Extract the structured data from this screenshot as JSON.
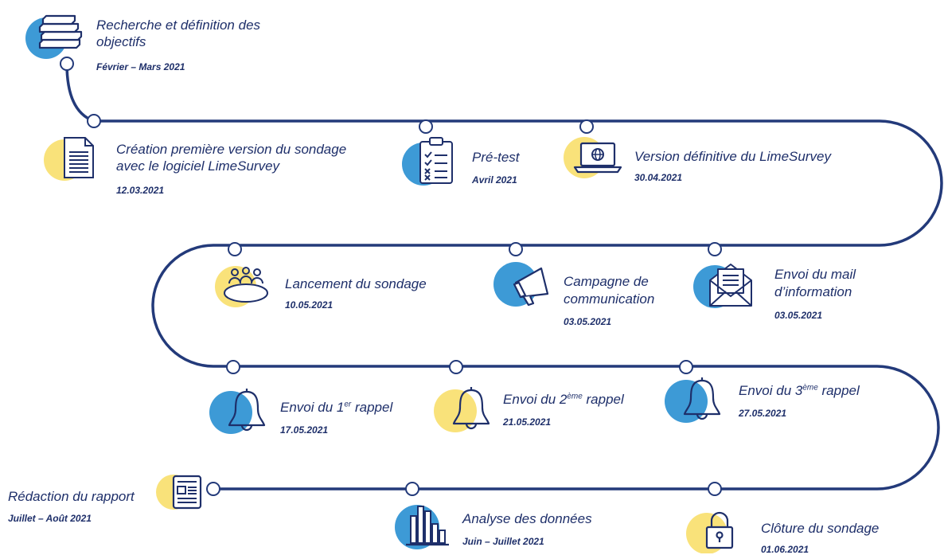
{
  "colors": {
    "line": "#233a7a",
    "node_fill": "#ffffff",
    "blue": "#3d9ad6",
    "yellow": "#f9e27a",
    "text": "#1e2f6a"
  },
  "milestones": [
    {
      "title_l1": "Recherche et définition des",
      "title_l2": "objectifs",
      "date": "Février – Mars 2021",
      "icon": "books-icon",
      "accent": "blue"
    },
    {
      "title_l1": "Création première version du sondage",
      "title_l2": "avec le logiciel LimeSurvey",
      "date": "12.03.2021",
      "icon": "document-icon",
      "accent": "yellow"
    },
    {
      "title_l1": "Pré-test",
      "date": "Avril 2021",
      "icon": "clipboard-checklist-icon",
      "accent": "blue"
    },
    {
      "title_l1": "Version définitive du LimeSurvey",
      "date": "30.04.2021",
      "icon": "laptop-globe-icon",
      "accent": "yellow"
    },
    {
      "title_l1": "Lancement du sondage",
      "date": "10.05.2021",
      "icon": "meeting-table-icon",
      "accent": "yellow"
    },
    {
      "title_l1": "Campagne de",
      "title_l2": "communication",
      "date": "03.05.2021",
      "icon": "megaphone-icon",
      "accent": "blue"
    },
    {
      "title_l1": "Envoi du mail",
      "title_l2": "d’information",
      "date": "03.05.2021",
      "icon": "envelope-icon",
      "accent": "blue"
    },
    {
      "title_pre": "Envoi du 1",
      "title_sup": "er",
      "title_post": " rappel",
      "date": "17.05.2021",
      "icon": "bell-icon",
      "accent": "blue"
    },
    {
      "title_pre": "Envoi du 2",
      "title_sup": "ème",
      "title_post": " rappel",
      "date": "21.05.2021",
      "icon": "bell-icon",
      "accent": "yellow"
    },
    {
      "title_pre": "Envoi du 3",
      "title_sup": "ème",
      "title_post": " rappel",
      "date": "27.05.2021",
      "icon": "bell-icon",
      "accent": "blue"
    },
    {
      "title_l1": "Rédaction du rapport",
      "date": "Juillet – Août 2021",
      "icon": "report-icon",
      "accent": "yellow"
    },
    {
      "title_l1": "Analyse des données",
      "date": "Juin – Juillet 2021",
      "icon": "bar-chart-icon",
      "accent": "blue"
    },
    {
      "title_l1": "Clôture du sondage",
      "date": "01.06.2021",
      "icon": "padlock-icon",
      "accent": "yellow"
    }
  ]
}
